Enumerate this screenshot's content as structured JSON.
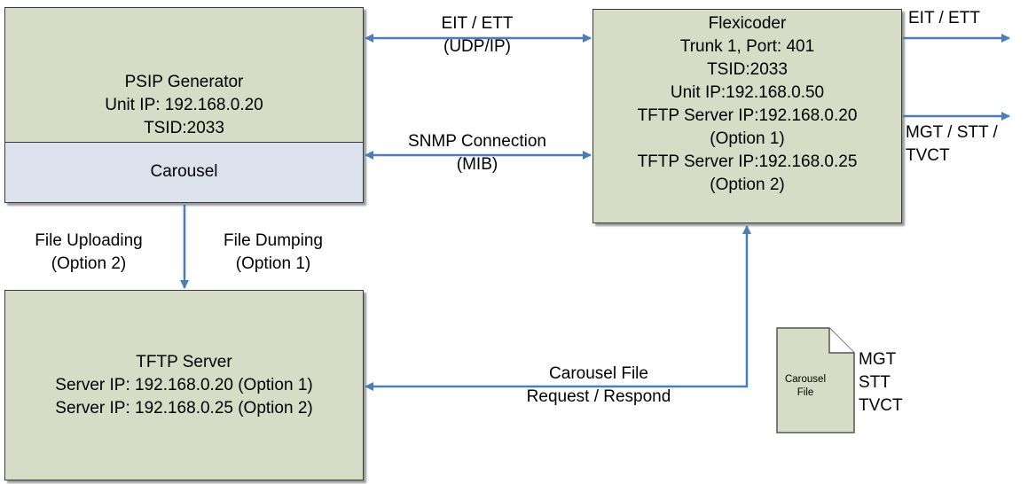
{
  "psip_generator": {
    "lines": [
      "PSIP Generator",
      "Unit IP: 192.168.0.20",
      "TSID:2033"
    ],
    "carousel_label": "Carousel"
  },
  "flexicoder": {
    "lines": [
      "Flexicoder",
      "Trunk 1, Port: 401",
      "TSID:2033",
      "Unit IP:192.168.0.50",
      "TFTP Server IP:192.168.0.20",
      "(Option 1)",
      "TFTP Server IP:192.168.0.25",
      "(Option 2)"
    ]
  },
  "tftp_server": {
    "lines": [
      "TFTP Server",
      "Server IP: 192.168.0.20 (Option 1)",
      "Server IP: 192.168.0.25 (Option 2)"
    ]
  },
  "connections": {
    "eit_ett_link": [
      "EIT / ETT",
      "(UDP/IP)"
    ],
    "snmp_link": [
      "SNMP Connection",
      "(MIB)"
    ],
    "file_uploading": [
      "File Uploading",
      "(Option 2)"
    ],
    "file_dumping": [
      "File Dumping",
      "(Option 1)"
    ],
    "carousel_request": [
      "Carousel File",
      "Request / Respond"
    ],
    "output_eit_ett": [
      "EIT / ETT"
    ],
    "output_mgt_stt_tvct": [
      "MGT / STT /",
      "TVCT"
    ]
  },
  "carousel_file_icon": {
    "label": [
      "Carousel",
      "File"
    ],
    "tables": [
      "MGT",
      "STT",
      "TVCT"
    ]
  },
  "colors": {
    "box_fill": "#d6dcc5",
    "carousel_fill": "#dbe2ee",
    "arrow": "#4a7ebb",
    "border": "#3a3a3a"
  }
}
